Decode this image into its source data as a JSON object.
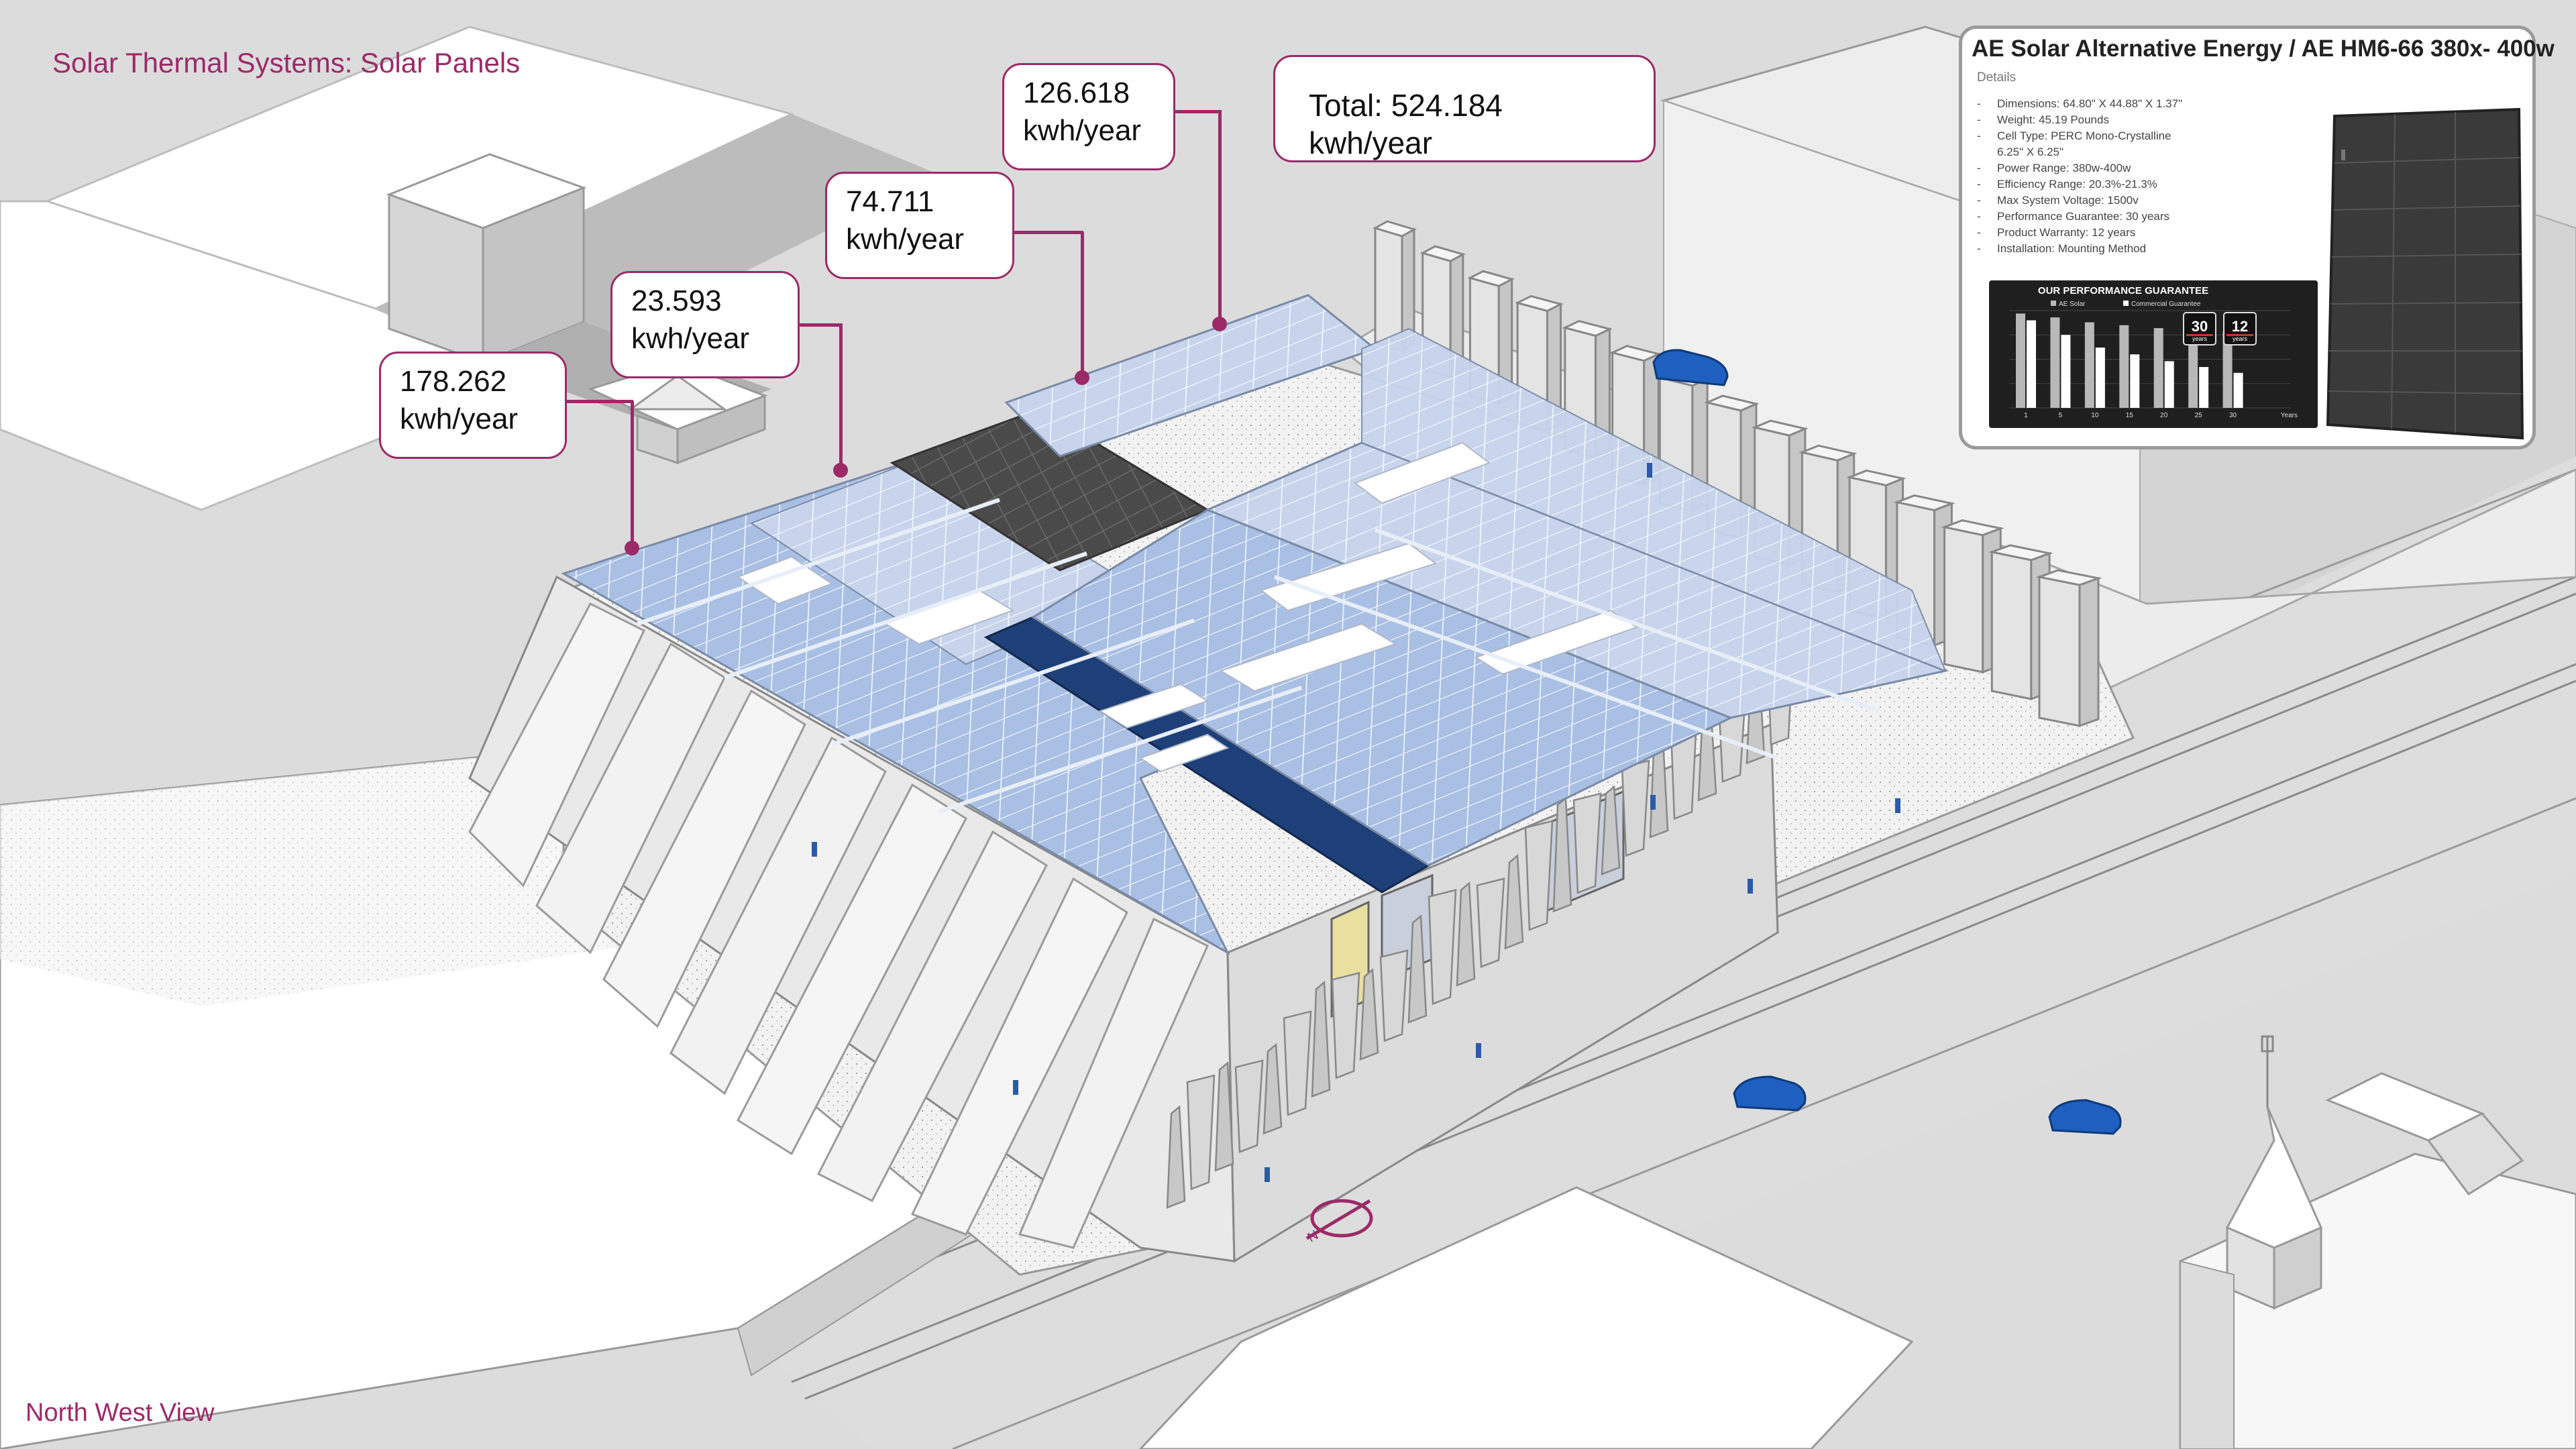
{
  "page": {
    "title": "Solar Thermal Systems: Solar Panels",
    "view_label": "North West View"
  },
  "callouts": {
    "total": "Total: 524.184 kwh/year",
    "c1": {
      "value": "178.262",
      "unit": "kwh/year"
    },
    "c2": {
      "value": "23.593",
      "unit": "kwh/year"
    },
    "c3": {
      "value": "74.711",
      "unit": "kwh/year"
    },
    "c4": {
      "value": "126.618",
      "unit": "kwh/year"
    }
  },
  "spec_sheet": {
    "title": "AE Solar Alternative Energy / AE HM6-66 380x- 400w",
    "subtitle": "Details",
    "items": [
      "Dimensions: 64.80\" X 44.88\" X 1.37\"",
      "Weight: 45.19 Pounds",
      "Cell Type: PERC Mono-Crystalline",
      "6.25\" X 6.25\"",
      "Power Range: 380w-400w",
      "Efficiency Range: 20.3%-21.3%",
      "Max System Voltage: 1500v",
      "Performance Guarantee: 30 years",
      "Product Warranty: 12 years",
      "Installation: Mounting Method"
    ],
    "bullets": [
      "-",
      "-",
      "-",
      "",
      "-",
      "-",
      "-",
      "-",
      "-",
      "-"
    ]
  },
  "chart_data": {
    "type": "bar",
    "title": "OUR PERFORMANCE GUARANTEE",
    "legend": [
      "AE Solar",
      "Commercial Guarantee"
    ],
    "categories": [
      "1",
      "5",
      "10",
      "15",
      "20",
      "25",
      "30"
    ],
    "x_axis_label": "Years",
    "series": [
      {
        "name": "AE Solar",
        "values": [
          97,
          93,
          88,
          85,
          82,
          80,
          78
        ]
      },
      {
        "name": "Commercial Guarantee",
        "values": [
          90,
          75,
          62,
          55,
          48,
          42,
          36
        ]
      }
    ],
    "badges": [
      {
        "value": "30",
        "unit": "years"
      },
      {
        "value": "12",
        "unit": "years"
      }
    ],
    "colors": {
      "ae": "#b8b8b8",
      "commercial": "#ffffff",
      "background": "#1f1f1f",
      "accent": "#c0392b"
    }
  },
  "colors": {
    "accent": "#9c2a68",
    "panel_blue": "#a9bfe4",
    "panel_dark_blue": "#1e3f78",
    "panel_dark": "#444444",
    "car_blue": "#1e5fbf",
    "building": "#ffffff",
    "ground": "#d9d9d9"
  },
  "icons": {
    "north_arrow": "north-arrow-icon"
  }
}
